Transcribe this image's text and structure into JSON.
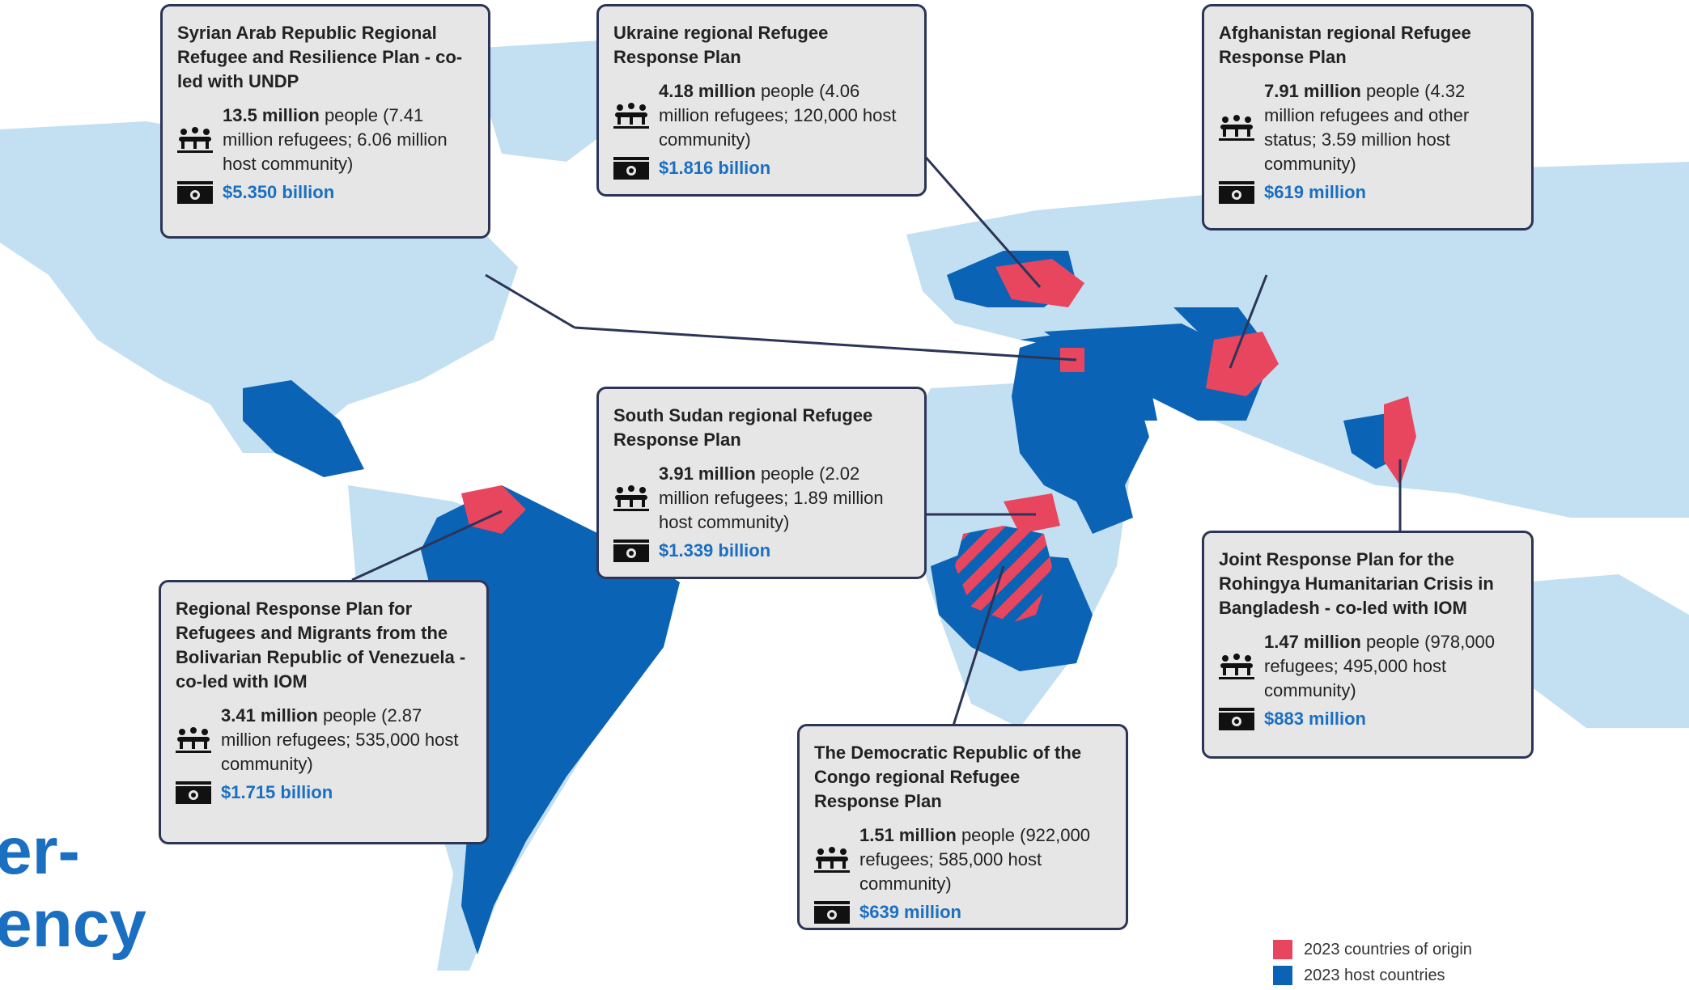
{
  "colors": {
    "origin": "#e8455f",
    "host": "#0b63b5",
    "land": "#c3e0f2",
    "card_bg": "#e6e6e6",
    "card_border": "#2c3557",
    "funding": "#1b6fc1"
  },
  "plans": {
    "syria": {
      "title": "Syrian Arab Republic Regional Refugee and Resilience Plan - co-led with UNDP",
      "people_value": "13.5 million",
      "people_rest": " people (7.41 million refugees; 6.06 million host community)",
      "funding": "$5.350 billion"
    },
    "ukraine": {
      "title": "Ukraine regional Refugee Response Plan",
      "people_value": "4.18 million",
      "people_rest": " people (4.06 million refugees; 120,000 host community)",
      "funding": "$1.816 billion"
    },
    "afghanistan": {
      "title": "Afghanistan regional Refugee Response Plan",
      "people_value": "7.91 million",
      "people_rest": " people (4.32 million refugees and other status; 3.59 million host community)",
      "funding": "$619 million"
    },
    "south_sudan": {
      "title": "South Sudan regional Refugee Response Plan",
      "people_value": "3.91 million",
      "people_rest": " people (2.02 million refugees; 1.89 million host community)",
      "funding": "$1.339 billion"
    },
    "rohingya": {
      "title": "Joint Response Plan for the Rohingya Humanitarian Crisis in Bangladesh - co-led with IOM",
      "people_value": "1.47 million",
      "people_rest": " people (978,000 refugees; 495,000 host community)",
      "funding": "$883 million"
    },
    "venezuela": {
      "title": "Regional Response Plan for Refugees and Migrants from the Bolivarian Republic of Venezuela - co-led with IOM",
      "people_value": "3.41 million",
      "people_rest": " people (2.87 million refugees; 535,000 host community)",
      "funding": "$1.715 billion"
    },
    "drc": {
      "title": "The Democratic Republic of the Congo regional Refugee Response Plan",
      "people_value": "1.51 million",
      "people_rest": " people (922,000 refugees; 585,000 host community)",
      "funding": "$639 million"
    }
  },
  "legend": {
    "origin_label": "2023 countries of origin",
    "host_label": "2023 host countries"
  },
  "page_fragment": {
    "line1": "er-",
    "line2": "ency"
  },
  "icons": {
    "people": "people-icon",
    "money": "money-icon"
  }
}
